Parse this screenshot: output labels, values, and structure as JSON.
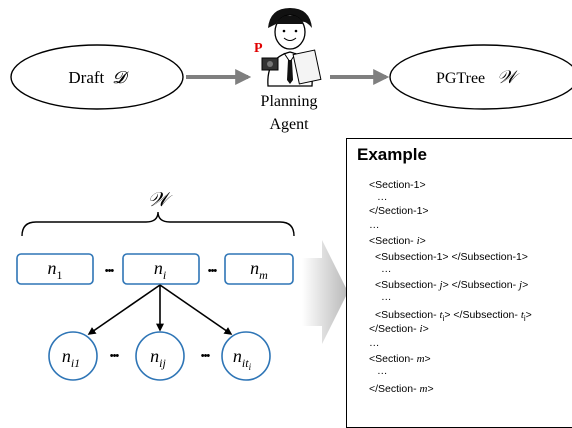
{
  "draft_label": "Draft",
  "draft_symbol": "𝓓",
  "agent_label_line1": "Planning",
  "agent_label_line2": "Agent",
  "agent_badge": "P",
  "pgtree_label": "PGTree",
  "pgtree_symbol": "𝒲",
  "tree_symbol": "𝒲",
  "top_nodes": [
    {
      "base": "n",
      "sub": "1"
    },
    {
      "base": "n",
      "sub": "i"
    },
    {
      "base": "n",
      "sub": "m"
    }
  ],
  "child_nodes": [
    {
      "base": "n",
      "sub": "i1"
    },
    {
      "base": "n",
      "sub": "ij"
    },
    {
      "base": "n",
      "sub": "it",
      "subsub": "i"
    }
  ],
  "ellipsis": "•••",
  "example": {
    "title": "Example",
    "lines": [
      {
        "pre": "<Section-1>"
      },
      {
        "pre": "…"
      },
      {
        "pre": "</Section-1>"
      },
      {
        "pre": "…"
      },
      {
        "pre": "<Section- ",
        "var": "i",
        "post": ">"
      },
      {
        "pre": "<Subsection-1> </Subsection-1>"
      },
      {
        "pre": "…"
      },
      {
        "pre": "<Subsection- ",
        "var": "j",
        "post": "> </Subsection- ",
        "var2": "j",
        "post2": ">"
      },
      {
        "pre": "…"
      },
      {
        "pre": "<Subsection- ",
        "var": "t",
        "varsub": "i",
        "post": "> </Subsection- ",
        "var2": "t",
        "var2sub": "i",
        "post2": ">"
      },
      {
        "pre": "</Section- ",
        "var": "i",
        "post": ">"
      },
      {
        "pre": "…"
      },
      {
        "pre": "<Section- ",
        "var": "m",
        "post": ">"
      },
      {
        "pre": "…"
      },
      {
        "pre": "</Section- ",
        "var": "m",
        "post": ">"
      }
    ]
  },
  "colors": {
    "node_stroke": "#2e75b6",
    "arrow_gray": "#7f7f7f",
    "badge_red": "#e00000"
  }
}
